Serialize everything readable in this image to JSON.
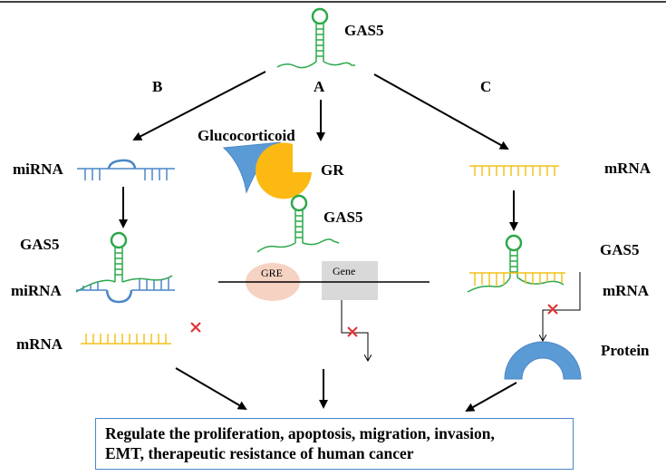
{
  "top": {
    "gas5": "GAS5"
  },
  "pathway_labels": {
    "b": "B",
    "a": "A",
    "c": "C"
  },
  "path_b": {
    "mirna_top": "miRNA",
    "gas5": "GAS5",
    "mirna_bottom": "miRNA",
    "mrna": "mRNA"
  },
  "path_a": {
    "glucocorticoid": "Glucocorticoid",
    "gr": "GR",
    "gas5": "GAS5",
    "gre": "GRE",
    "gene": "Gene"
  },
  "path_c": {
    "mrna_top": "mRNA",
    "gas5": "GAS5",
    "mrna_bottom": "mRNA",
    "protein": "Protein"
  },
  "summary": {
    "line1": "Regulate the proliferation, apoptosis, migration, invasion,",
    "line2": "EMT, therapeutic resistance of human cancer"
  },
  "colors": {
    "rna_green": "#2ca84a",
    "mirna_blue": "#4a86c8",
    "mrna_yellow": "#f2c21b",
    "inhibit_red": "#e03030",
    "gr_orange": "#fdb913",
    "gre_pink": "#f6d2c2",
    "gene_gray": "#d9d9d9",
    "protein_blue": "#5b9bd5"
  }
}
